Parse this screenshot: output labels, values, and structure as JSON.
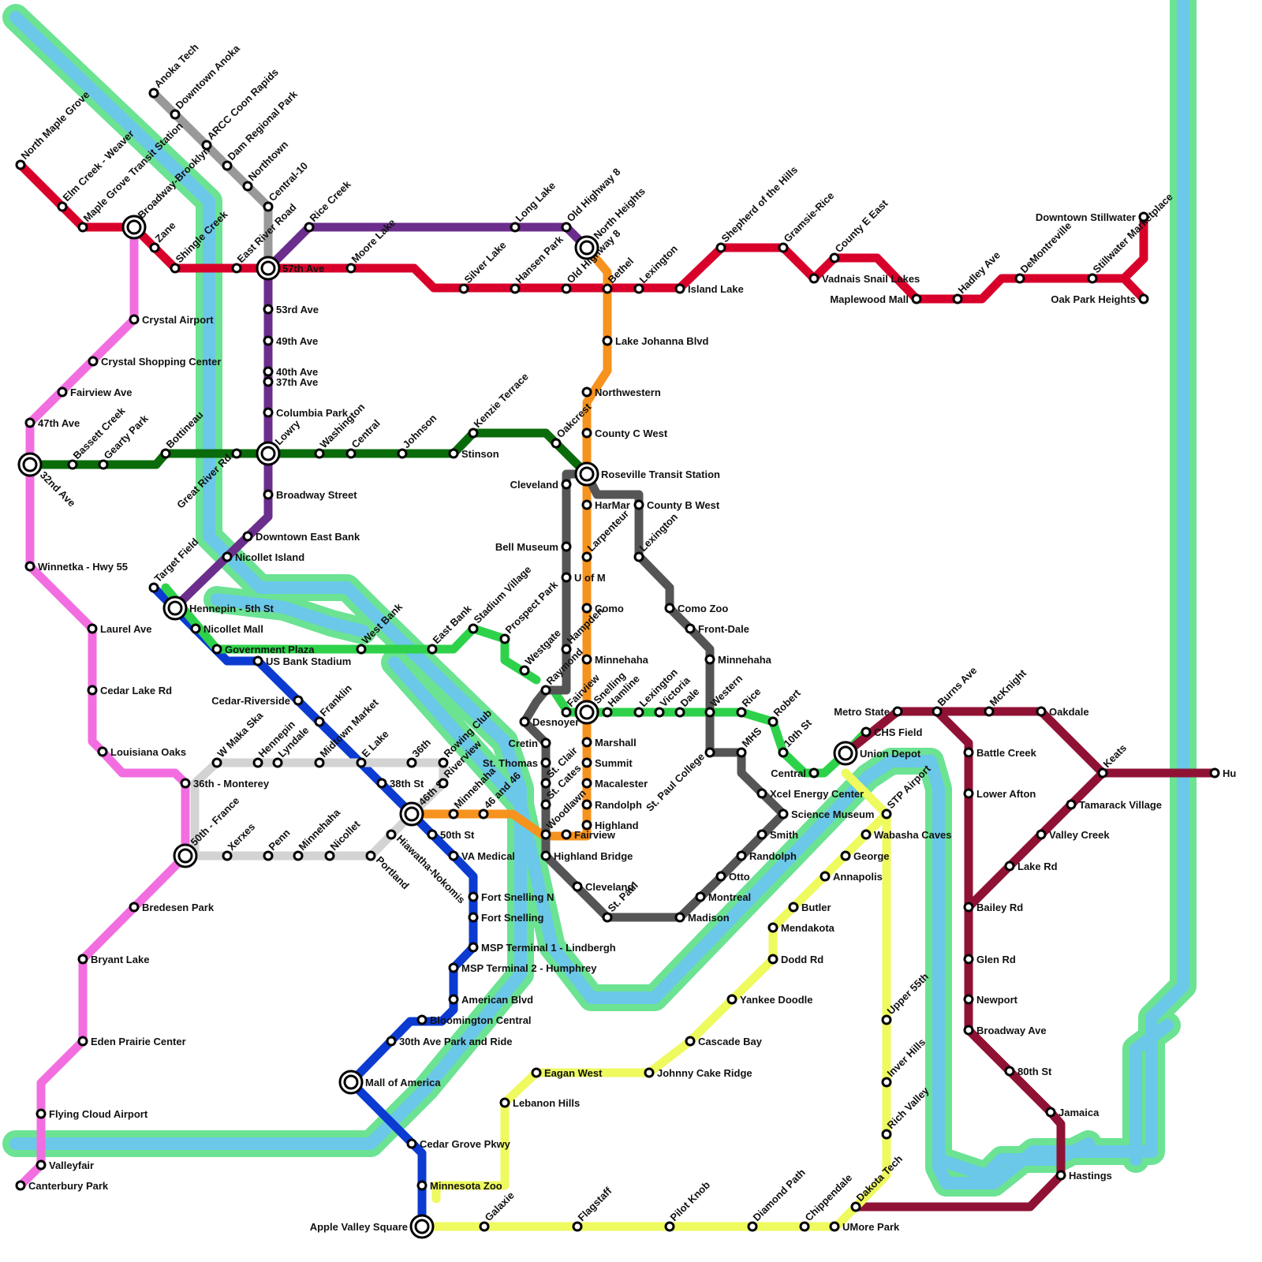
{
  "colors": {
    "water": "#6bc8e8",
    "green_space": "#6be393",
    "red_line": "#d8002a",
    "purple_line": "#6b2e8c",
    "dark_green_line": "#0a6b0a",
    "pink_line": "#f26ee0",
    "blue_line": "#0b3bd1",
    "orange_line": "#f6921e",
    "green_line": "#2ed24a",
    "dark_gray_line": "#555555",
    "light_gray_line": "#d3d3d3",
    "gray_line": "#999999",
    "maroon_line": "#8f1235",
    "yellow_line": "#eefa5e"
  },
  "stations": {
    "north_maple_grove": "North Maple Grove",
    "elm_creek_weaver": "Elm Creek - Weaver",
    "maple_grove_tc": "Maple Grove Transit Station",
    "broadway_brooklyn": "Broadway-Brooklyn",
    "zane": "Zane",
    "shingle_creek": "Shingle Creek",
    "east_river_road": "East River Road",
    "57th_ave": "57th Ave",
    "moore_lake": "Moore Lake",
    "silver_lake": "Silver Lake",
    "hansen_park": "Hansen Park",
    "old_highway_8_lower": "Old Highway 8",
    "bethel": "Bethel",
    "lexington_red": "Lexington",
    "island_lake": "Island Lake",
    "shepherd_hills": "Shepherd of the Hills",
    "gramsie_rice": "Gramsie-Rice",
    "county_e_east": "County E East",
    "vadnais": "Vadnais Snail Lakes",
    "maplewood_mall": "Maplewood Mall",
    "hadley_ave": "Hadley Ave",
    "demontreville": "DeMontreville",
    "stillwater_mp": "Stillwater Marketplace",
    "downtown_stillwater": "Downtown Stillwater",
    "oak_park_heights": "Oak Park Heights",
    "anoka_tech": "Anoka Tech",
    "downtown_anoka": "Downtown Anoka",
    "arcc": "ARCC Coon Rapids",
    "dam_regional": "Dam Regional Park",
    "northtown": "Northtown",
    "central_10": "Central-10",
    "rice_creek": "Rice Creek",
    "long_lake": "Long Lake",
    "old_highway_8_upper": "Old Highway 8",
    "north_heights": "North Heights",
    "53rd_ave": "53rd Ave",
    "49th_ave": "49th Ave",
    "40th_ave": "40th Ave",
    "37th_ave": "37th Ave",
    "columbia_park": "Columbia Park",
    "lowry": "Lowry",
    "broadway_street": "Broadway Street",
    "downtown_east_bank": "Downtown East Bank",
    "nicollet_island": "Nicollet Island",
    "hennepin_5th": "Hennepin - 5th St",
    "crystal_airport": "Crystal Airport",
    "crystal_sc": "Crystal Shopping Center",
    "fairview_ave": "Fairview Ave",
    "47th_ave": "47th Ave",
    "32nd_ave": "32nd Ave",
    "bassett_creek": "Bassett Creek",
    "gearty_park": "Gearty Park",
    "bottineau": "Bottineau",
    "great_river_rd": "Great River Rd",
    "washington": "Washington",
    "central_dg": "Central",
    "johnson": "Johnson",
    "stinson": "Stinson",
    "kenzie_terrace": "Kenzie Terrace",
    "oakcrest": "Oakcrest",
    "roseville_ts": "Roseville Transit Station",
    "winnetka": "Winnetka - Hwy 55",
    "laurel_ave": "Laurel Ave",
    "cedar_lake_rd": "Cedar Lake Rd",
    "louisiana_oaks": "Louisiana Oaks",
    "36th_monterey": "36th - Monterey",
    "50th_france": "50th - France",
    "bredesen_park": "Bredesen Park",
    "bryant_lake": "Bryant Lake",
    "eden_prairie": "Eden Prairie Center",
    "flying_cloud": "Flying Cloud Airport",
    "valleyfair": "Valleyfair",
    "canterbury_park": "Canterbury Park",
    "target_field": "Target Field",
    "nicollet_mall": "Nicollet Mall",
    "government_plaza": "Government Plaza",
    "us_bank_stadium": "US Bank Stadium",
    "west_bank": "West Bank",
    "east_bank": "East Bank",
    "stadium_village": "Stadium Village",
    "prospect_park": "Prospect Park",
    "westgate": "Westgate",
    "raymond": "Raymond",
    "fairview_green": "Fairview",
    "snelling": "Snelling",
    "hamline": "Hamline",
    "lexington_green": "Lexington",
    "victoria": "Victoria",
    "dale": "Dale",
    "western": "Western",
    "rice": "Rice",
    "robert": "Robert",
    "10th_st": "10th St",
    "central_green": "Central",
    "union_depot": "Union Depot",
    "cedar_riverside": "Cedar-Riverside",
    "franklin": "Franklin",
    "midtown_market": "Midtown Market",
    "e_lake": "E Lake",
    "38th_st": "38th St",
    "46th_st": "46th St",
    "50th_st": "50th St",
    "va_medical": "VA Medical",
    "fort_snelling_n": "Fort Snelling N",
    "fort_snelling": "Fort Snelling",
    "msp_t1": "MSP Terminal 1 - Lindbergh",
    "msp_t2": "MSP Terminal 2 - Humphrey",
    "american_blvd": "American Blvd",
    "bloomington_central": "Bloomington Central",
    "30th_ave": "30th Ave Park and Ride",
    "mall_of_america": "Mall of America",
    "cedar_grove": "Cedar Grove Pkwy",
    "minnesota_zoo": "Minnesota Zoo",
    "apple_valley": "Apple Valley Square",
    "w_maka_ska": "W Maka Ska",
    "hennepin_gray": "Hennepin",
    "lyndale": "Lyndale",
    "36th": "36th",
    "rowing_club": "Rowing Club",
    "riverview": "Riverview",
    "xerxes": "Xerxes",
    "penn": "Penn",
    "minnehaha_lg": "Minnehaha",
    "nicollet_lg": "Nicollet",
    "portland": "Portland",
    "hiawatha_nokomis": "Hiawatha-Nokomis",
    "minnehaha_orange": "Minnehaha",
    "46_and_46": "46 and 46",
    "fairview_orange": "Fairview",
    "highland": "Highland",
    "randolph_o": "Randolph",
    "macalester": "Macalester",
    "summit": "Summit",
    "marshall": "Marshall",
    "minnehaha_o": "Minnehaha",
    "como": "Como",
    "u_of_m": "U of M",
    "larpenteur": "Larpenteur",
    "harmar": "HarMar",
    "county_c_west": "County C West",
    "northwestern": "Northwestern",
    "lake_johanna": "Lake Johanna Blvd",
    "cleveland_top": "Cleveland",
    "bell_museum": "Bell Museum",
    "hampden": "Hampden",
    "desnoyer": "Desnoyer",
    "cretin": "Cretin",
    "st_thomas": "St. Thomas",
    "st_clair": "St. Clair",
    "st_cates": "St. Cates",
    "woodlawn": "Woodlawn",
    "highland_bridge": "Highland Bridge",
    "cleveland_bottom": "Cleveland",
    "st_paul": "St. Paul",
    "madison": "Madison",
    "montreal": "Montreal",
    "otto": "Otto",
    "randolph_dg": "Randolph",
    "smith": "Smith",
    "science_museum": "Science Museum",
    "xcel": "Xcel Energy Center",
    "mhs": "MHS",
    "st_paul_college": "St. Paul College",
    "county_b_west": "County B West",
    "lexington_dg": "Lexington",
    "como_zoo": "Como Zoo",
    "front_dale": "Front-Dale",
    "minnehaha_dg": "Minnehaha",
    "metro_state": "Metro State",
    "chs_field": "CHS Field",
    "burns_ave": "Burns Ave",
    "mcknight": "McKnight",
    "oakdale": "Oakdale",
    "keats": "Keats",
    "hudson": "Hu",
    "tamarack": "Tamarack Village",
    "valley_creek": "Valley Creek",
    "lake_rd": "Lake Rd",
    "battle_creek": "Battle Creek",
    "lower_afton": "Lower Afton",
    "bailey_rd": "Bailey Rd",
    "glen_rd": "Glen Rd",
    "newport": "Newport",
    "broadway_ave": "Broadway Ave",
    "80th_st": "80th St",
    "jamaica": "Jamaica",
    "hastings": "Hastings",
    "dakota_tech": "Dakota Tech",
    "stp_airport": "STP Airport",
    "wabasha_caves": "Wabasha Caves",
    "george": "George",
    "annapolis": "Annapolis",
    "butler": "Butler",
    "mendakota": "Mendakota",
    "dodd_rd": "Dodd Rd",
    "yankee_doodle": "Yankee Doodle",
    "cascade_bay": "Cascade Bay",
    "johnny_cake": "Johnny Cake Ridge",
    "eagan_west": "Eagan West",
    "lebanon_hills": "Lebanon Hills",
    "upper_55th": "Upper 55th",
    "inver_hills": "Inver Hills",
    "rich_valley": "Rich Valley",
    "galaxie": "Galaxie",
    "flagstaff": "Flagstaff",
    "pilot_knob": "Pilot Knob",
    "diamond_path": "Diamond Path",
    "chippendale": "Chippendale",
    "umore_park": "UMore Park"
  }
}
